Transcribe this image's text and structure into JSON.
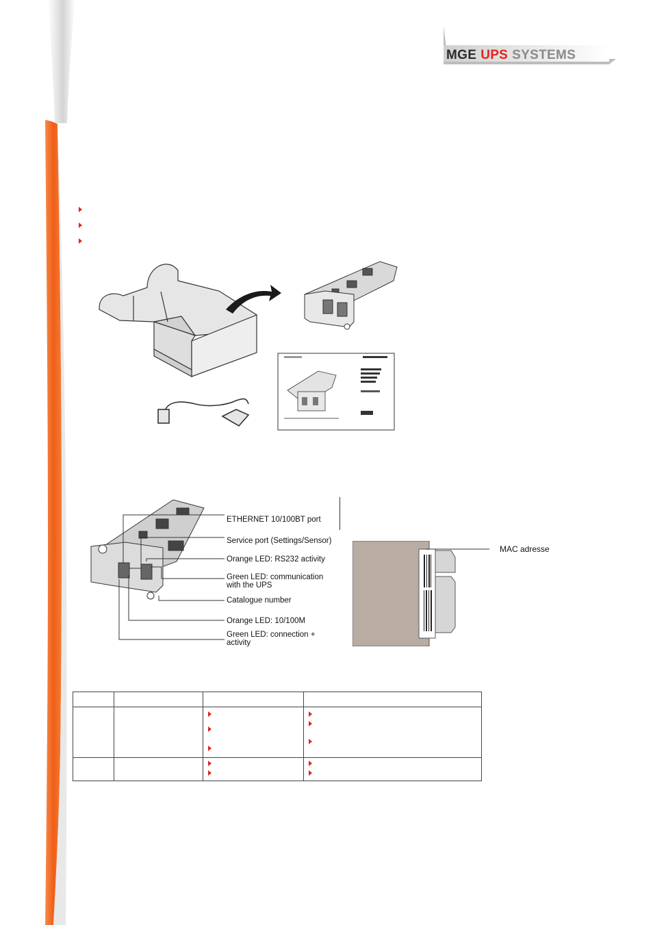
{
  "brand": {
    "word1": "MGE",
    "word2": "UPS",
    "word3": "SYSTEMS",
    "color_dark": "#2b2b2b",
    "color_accent": "#e0261c",
    "color_gray": "#8a8a8a"
  },
  "colors": {
    "band_orange": "#f26a21",
    "band_gray": "#d9d9d9",
    "bullet_red": "#e0261c"
  },
  "figure_card": {
    "callouts": [
      "ETHERNET 10/100BT port",
      "Service port (Settings/Sensor)",
      "Orange LED: RS232 activity",
      "Green LED: communication",
      "with the UPS",
      "Catalogue number",
      "Orange LED: 10/100M",
      "Green LED: connection +",
      "activity"
    ],
    "mac_label": "MAC adresse"
  },
  "table": {
    "rows": 3,
    "columns": 4
  }
}
